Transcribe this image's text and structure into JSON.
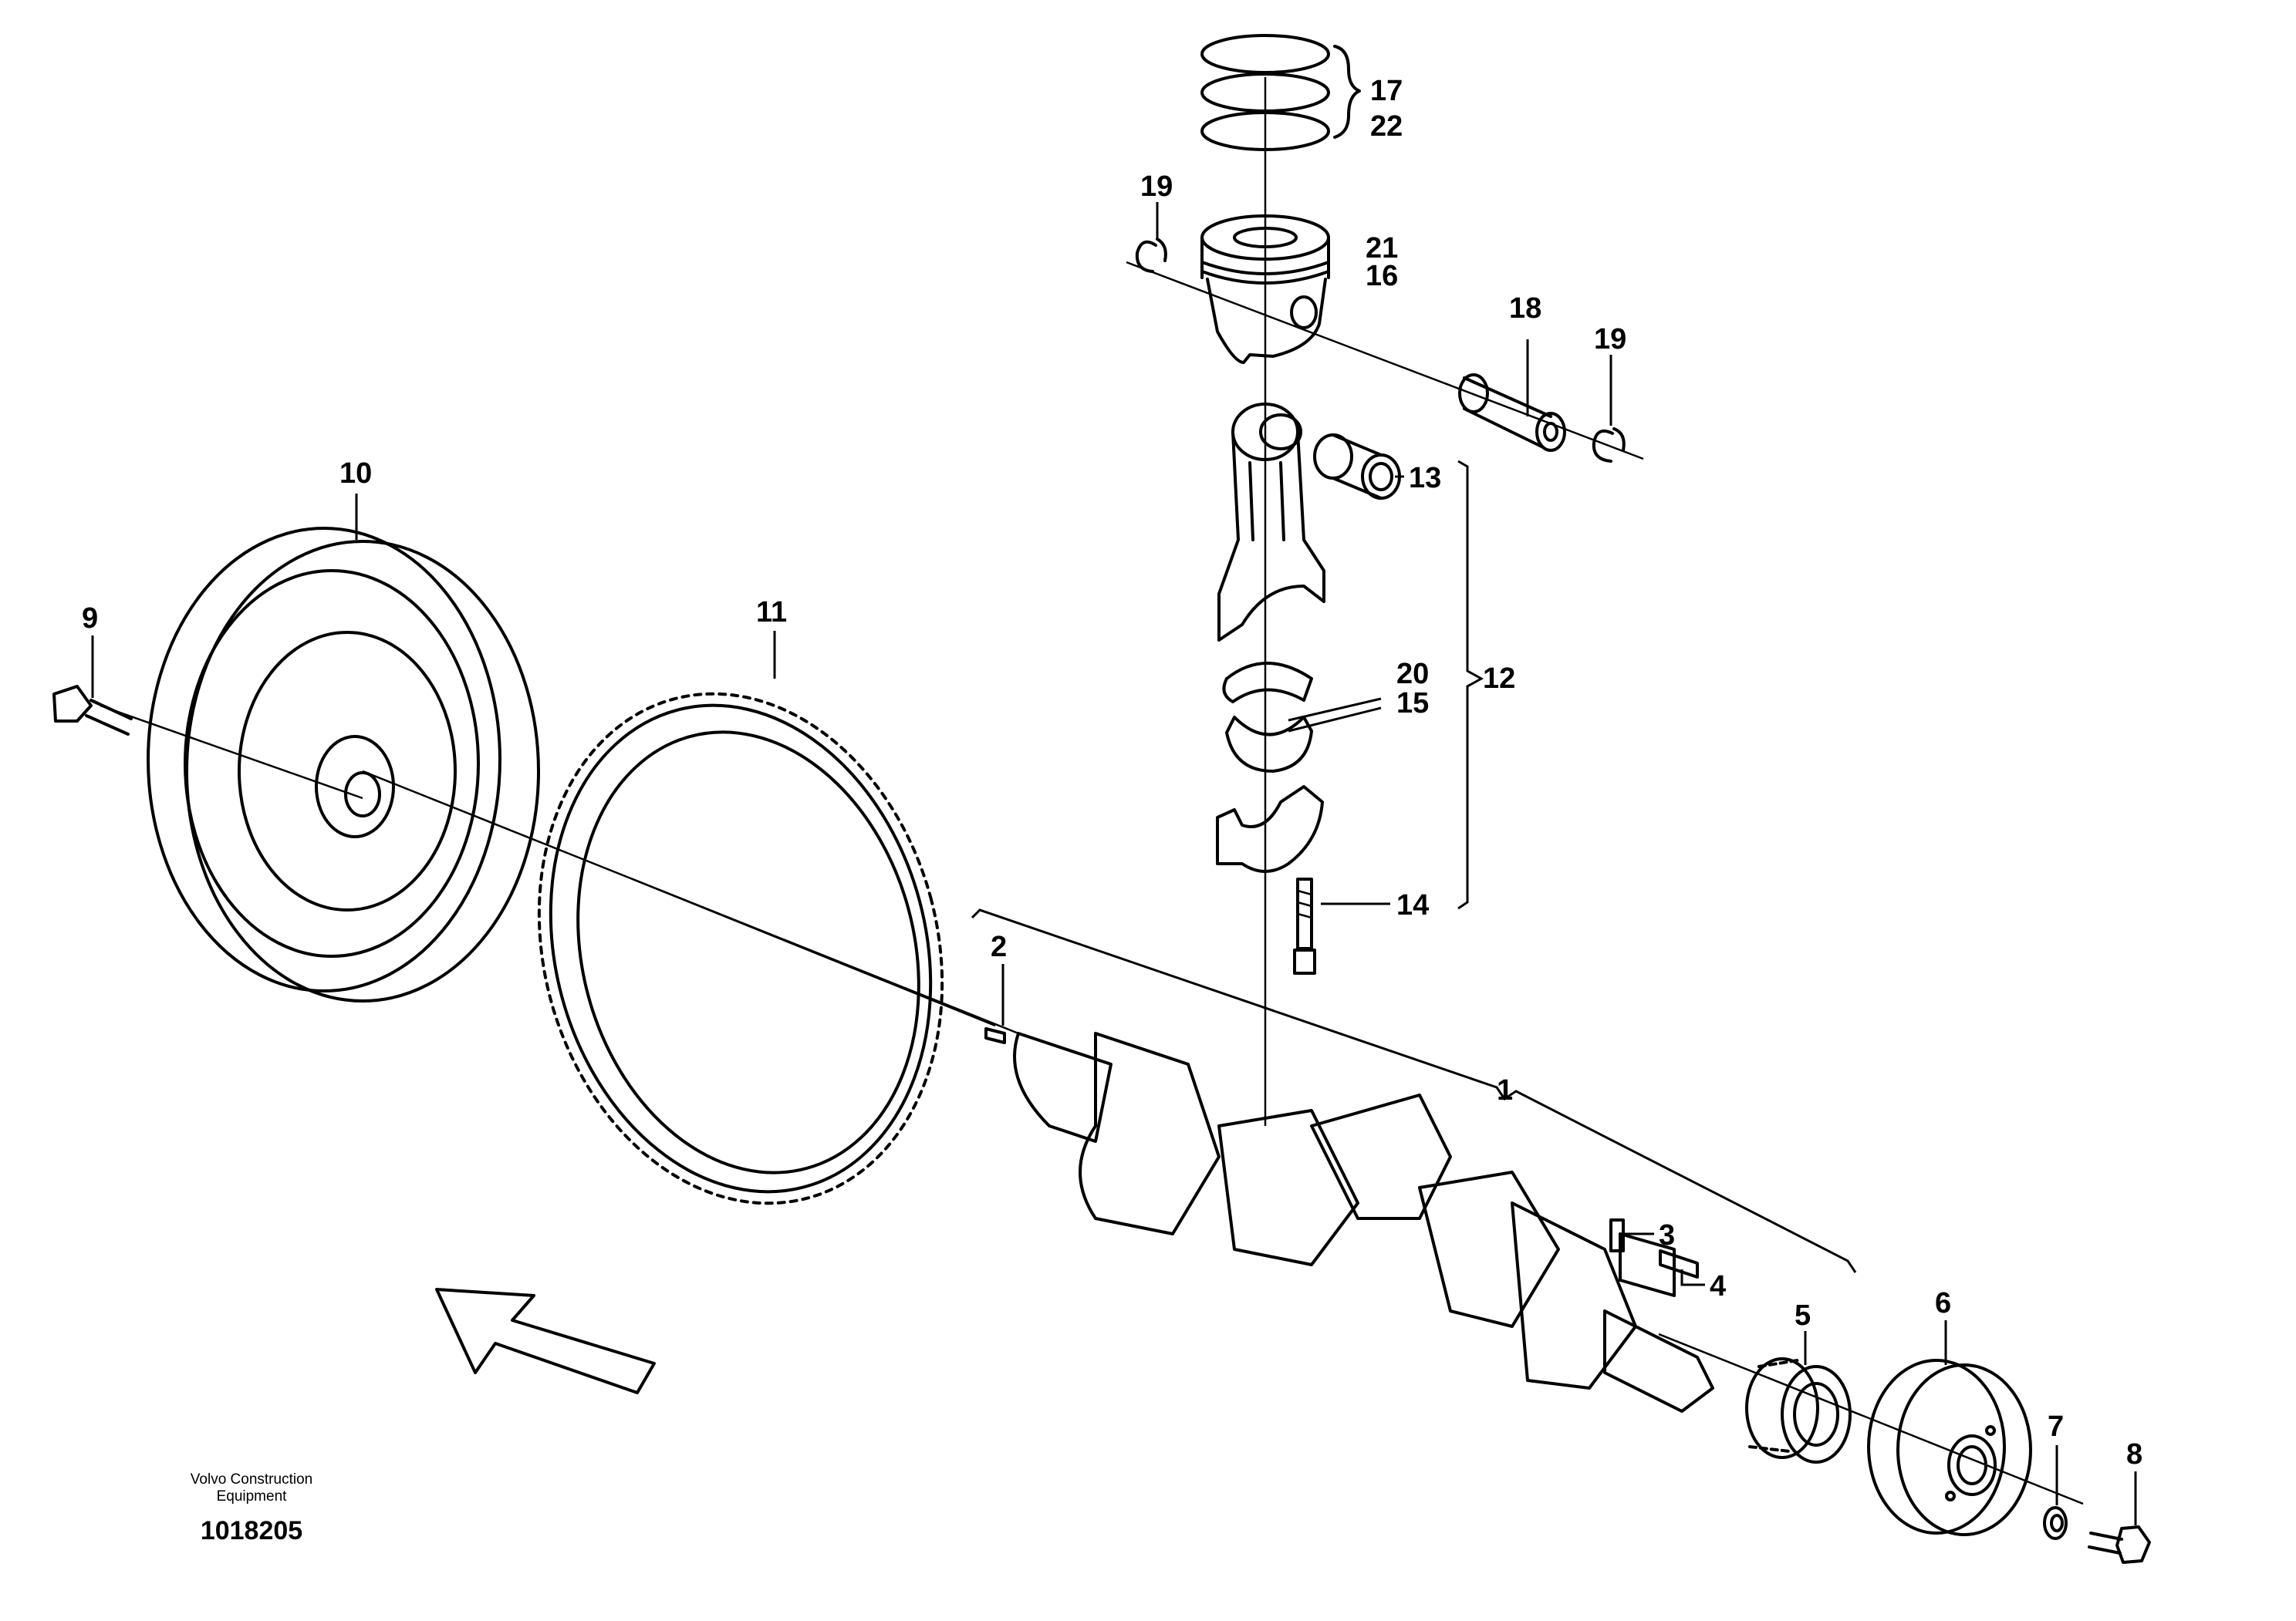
{
  "callouts": {
    "c1": "1",
    "c2": "2",
    "c3": "3",
    "c4": "4",
    "c5": "5",
    "c6": "6",
    "c7": "7",
    "c8": "8",
    "c9": "9",
    "c10": "10",
    "c11": "11",
    "c12": "12",
    "c13": "13",
    "c14": "14",
    "c15": "15",
    "c16": "16",
    "c17": "17",
    "c18": "18",
    "c19a": "19",
    "c19b": "19",
    "c20": "20",
    "c21": "21",
    "c22": "22"
  },
  "footer": {
    "brand_line1": "Volvo Construction",
    "brand_line2": "Equipment",
    "document_number": "1018205"
  },
  "icons": {
    "direction_arrow": "direction-arrow-icon"
  }
}
